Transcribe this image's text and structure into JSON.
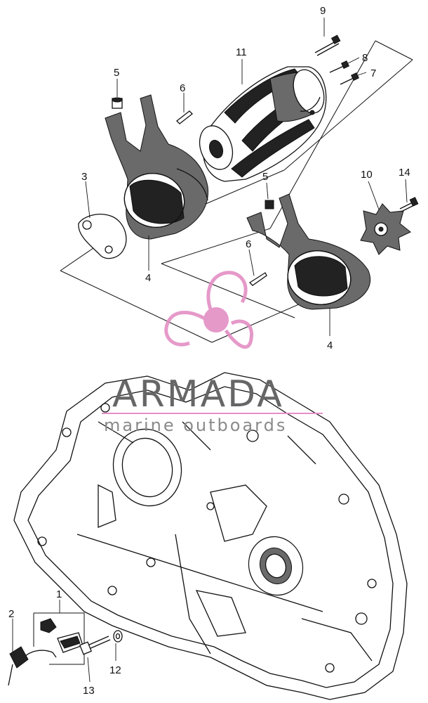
{
  "labels": {
    "l9": "9",
    "l11": "11",
    "l8": "8",
    "l7": "7",
    "l5a": "5",
    "l6a": "6",
    "l3": "3",
    "l4a": "4",
    "l10": "10",
    "l14": "14",
    "l5b": "5",
    "l6b": "6",
    "l4b": "4",
    "l1": "1",
    "l2": "2",
    "l12": "12",
    "l13": "13"
  },
  "watermark": {
    "title": "ARMADA",
    "subtitle": "marine outboards",
    "color": "#e38fc4"
  }
}
